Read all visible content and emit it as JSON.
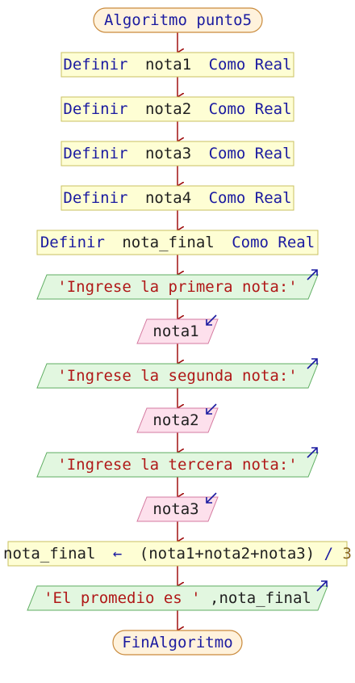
{
  "flowchart": {
    "start": {
      "label": "Algoritmo punto5"
    },
    "definitions": [
      {
        "keyword": "Definir",
        "name": "nota1",
        "type_kw": "Como Real"
      },
      {
        "keyword": "Definir",
        "name": "nota2",
        "type_kw": "Como Real"
      },
      {
        "keyword": "Definir",
        "name": "nota3",
        "type_kw": "Como Real"
      },
      {
        "keyword": "Definir",
        "name": "nota4",
        "type_kw": "Como Real"
      },
      {
        "keyword": "Definir",
        "name": "nota_final",
        "type_kw": "Como Real"
      }
    ],
    "io": [
      {
        "kind": "output",
        "text": "'Ingrese la primera nota:'"
      },
      {
        "kind": "input",
        "text": "nota1"
      },
      {
        "kind": "output",
        "text": "'Ingrese la segunda nota:'"
      },
      {
        "kind": "input",
        "text": "nota2"
      },
      {
        "kind": "output",
        "text": "'Ingrese la tercera nota:'"
      },
      {
        "kind": "input",
        "text": "nota3"
      }
    ],
    "assignment": {
      "target": "nota_final",
      "arrow": "←",
      "expr": "(nota1+nota2+nota3)",
      "op": "/",
      "divisor": "3"
    },
    "final_output": {
      "string": "'El promedio es '",
      "rest": ",nota_final"
    },
    "end": {
      "label": "FinAlgoritmo"
    }
  }
}
